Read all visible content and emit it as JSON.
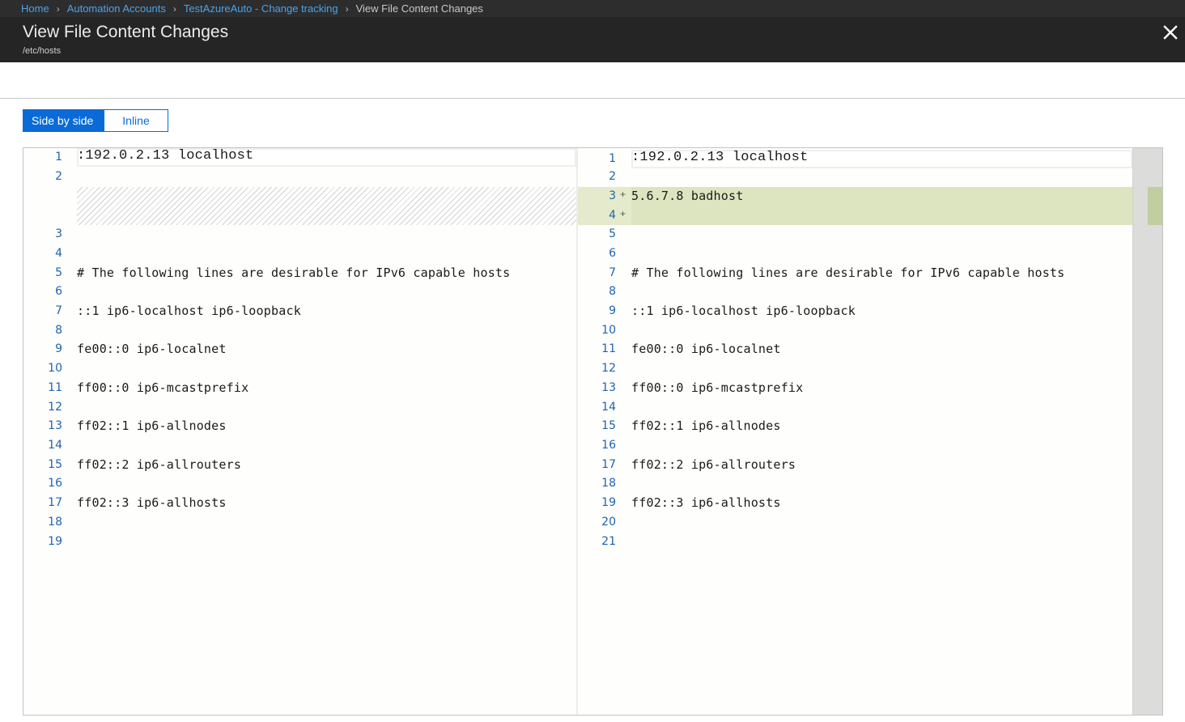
{
  "breadcrumb": {
    "items": [
      {
        "label": "Home"
      },
      {
        "label": "Automation Accounts"
      },
      {
        "label": "TestAzureAuto - Change tracking"
      }
    ],
    "current": "View File Content Changes",
    "separator": "›"
  },
  "header": {
    "title": "View File Content Changes",
    "subtitle": "/etc/hosts",
    "close_icon": "close-icon"
  },
  "view_toggle": {
    "options": [
      {
        "label": "Side by side",
        "active": true
      },
      {
        "label": "Inline",
        "active": false
      }
    ]
  },
  "colors": {
    "accent": "#0a6bd6",
    "header_bg": "#252526",
    "breadcrumb_link": "#4aa3e8",
    "added_line_bg": "#dde5c0",
    "line_number": "#1f63b0"
  },
  "diff": {
    "left": {
      "lines": [
        {
          "n": "1",
          "text": ":192.0.2.13 localhost"
        },
        {
          "n": "2",
          "text": ""
        },
        {
          "n": "3",
          "text": ""
        },
        {
          "n": "4",
          "text": ""
        },
        {
          "n": "5",
          "text": "# The following lines are desirable for IPv6 capable hosts"
        },
        {
          "n": "6",
          "text": ""
        },
        {
          "n": "7",
          "text": "::1 ip6-localhost ip6-loopback"
        },
        {
          "n": "8",
          "text": ""
        },
        {
          "n": "9",
          "text": "fe00::0 ip6-localnet"
        },
        {
          "n": "10",
          "text": ""
        },
        {
          "n": "11",
          "text": "ff00::0 ip6-mcastprefix"
        },
        {
          "n": "12",
          "text": ""
        },
        {
          "n": "13",
          "text": "ff02::1 ip6-allnodes"
        },
        {
          "n": "14",
          "text": ""
        },
        {
          "n": "15",
          "text": "ff02::2 ip6-allrouters"
        },
        {
          "n": "16",
          "text": ""
        },
        {
          "n": "17",
          "text": "ff02::3 ip6-allhosts"
        },
        {
          "n": "18",
          "text": ""
        },
        {
          "n": "19",
          "text": ""
        }
      ]
    },
    "right": {
      "lines": [
        {
          "n": "1",
          "text": ":192.0.2.13 localhost",
          "marker": ""
        },
        {
          "n": "2",
          "text": "",
          "marker": ""
        },
        {
          "n": "3",
          "text": "5.6.7.8 badhost",
          "marker": "+"
        },
        {
          "n": "4",
          "text": "",
          "marker": "+"
        },
        {
          "n": "5",
          "text": "",
          "marker": ""
        },
        {
          "n": "6",
          "text": "",
          "marker": ""
        },
        {
          "n": "7",
          "text": "# The following lines are desirable for IPv6 capable hosts",
          "marker": ""
        },
        {
          "n": "8",
          "text": "",
          "marker": ""
        },
        {
          "n": "9",
          "text": "::1 ip6-localhost ip6-loopback",
          "marker": ""
        },
        {
          "n": "10",
          "text": "",
          "marker": ""
        },
        {
          "n": "11",
          "text": "fe00::0 ip6-localnet",
          "marker": ""
        },
        {
          "n": "12",
          "text": "",
          "marker": ""
        },
        {
          "n": "13",
          "text": "ff00::0 ip6-mcastprefix",
          "marker": ""
        },
        {
          "n": "14",
          "text": "",
          "marker": ""
        },
        {
          "n": "15",
          "text": "ff02::1 ip6-allnodes",
          "marker": ""
        },
        {
          "n": "16",
          "text": "",
          "marker": ""
        },
        {
          "n": "17",
          "text": "ff02::2 ip6-allrouters",
          "marker": ""
        },
        {
          "n": "18",
          "text": "",
          "marker": ""
        },
        {
          "n": "19",
          "text": "ff02::3 ip6-allhosts",
          "marker": ""
        },
        {
          "n": "20",
          "text": "",
          "marker": ""
        },
        {
          "n": "21",
          "text": "",
          "marker": ""
        }
      ]
    }
  }
}
